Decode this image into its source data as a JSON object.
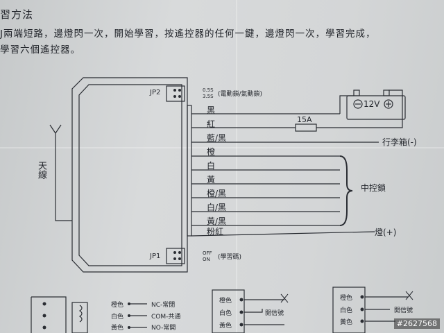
{
  "header": {
    "line1": "習方法",
    "line2": "J兩端短路，邊燈閃一次，開始學習，按遙控器的任何一鍵，邊燈閃一次，學習完成，",
    "line3": "學習六個遙控器。"
  },
  "jp2": {
    "label": "JP2",
    "opt1": "0.5S",
    "opt2": "3.5S",
    "note": "(電動鎖/氣動鎖)"
  },
  "jp1": {
    "label": "JP1",
    "opt1": "OFF",
    "opt2": "ON",
    "note": "(學習碼)"
  },
  "antenna_label": "天線",
  "wires": [
    "黑",
    "紅",
    "藍/黑",
    "橙",
    "白",
    "黃",
    "橙/黑",
    "白/黑",
    "黃/黑",
    "粉紅"
  ],
  "fuse": "15A",
  "battery": "12V",
  "trunk": "行李箱(-)",
  "central_lock": "中控鎖",
  "light": "燈(+)",
  "bottom_left": {
    "w1": "橙色",
    "w2": "白色",
    "w3": "黃色",
    "t1": "NC-常閉",
    "t2": "COM-共通",
    "t3": "NO-常開"
  },
  "bottom_mid": {
    "w1": "橙色",
    "w2": "白色",
    "w3": "黃色",
    "t": "開信號"
  },
  "bottom_right": {
    "w1": "橙色",
    "w2": "白色",
    "w3": "黃色",
    "t": "開信號"
  },
  "watermark": "#2627568"
}
